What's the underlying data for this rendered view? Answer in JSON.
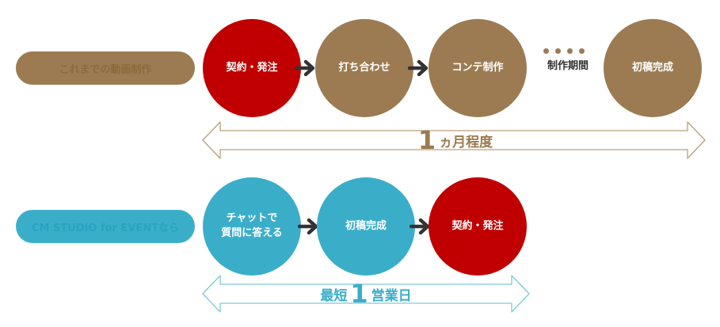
{
  "row1": {
    "label": "これまでの動画制作",
    "steps": [
      "契約・発注",
      "打ち合わせ",
      "コンテ制作"
    ],
    "period_label": "制作期間",
    "final_step": "初稿完成",
    "duration": {
      "number": "1",
      "suffix": "ヵ月程度"
    }
  },
  "row2": {
    "label": "CM STUDIO for EVENTなら",
    "steps": [
      "チャットで\n質問に答える",
      "初稿完成",
      "契約・発注"
    ],
    "duration": {
      "prefix": "最短",
      "number": "1",
      "suffix": "営業日"
    }
  },
  "colors": {
    "red": "#c00000",
    "brown": "#9c7b52",
    "blue": "#3aaec9",
    "arrow": "#333333"
  }
}
